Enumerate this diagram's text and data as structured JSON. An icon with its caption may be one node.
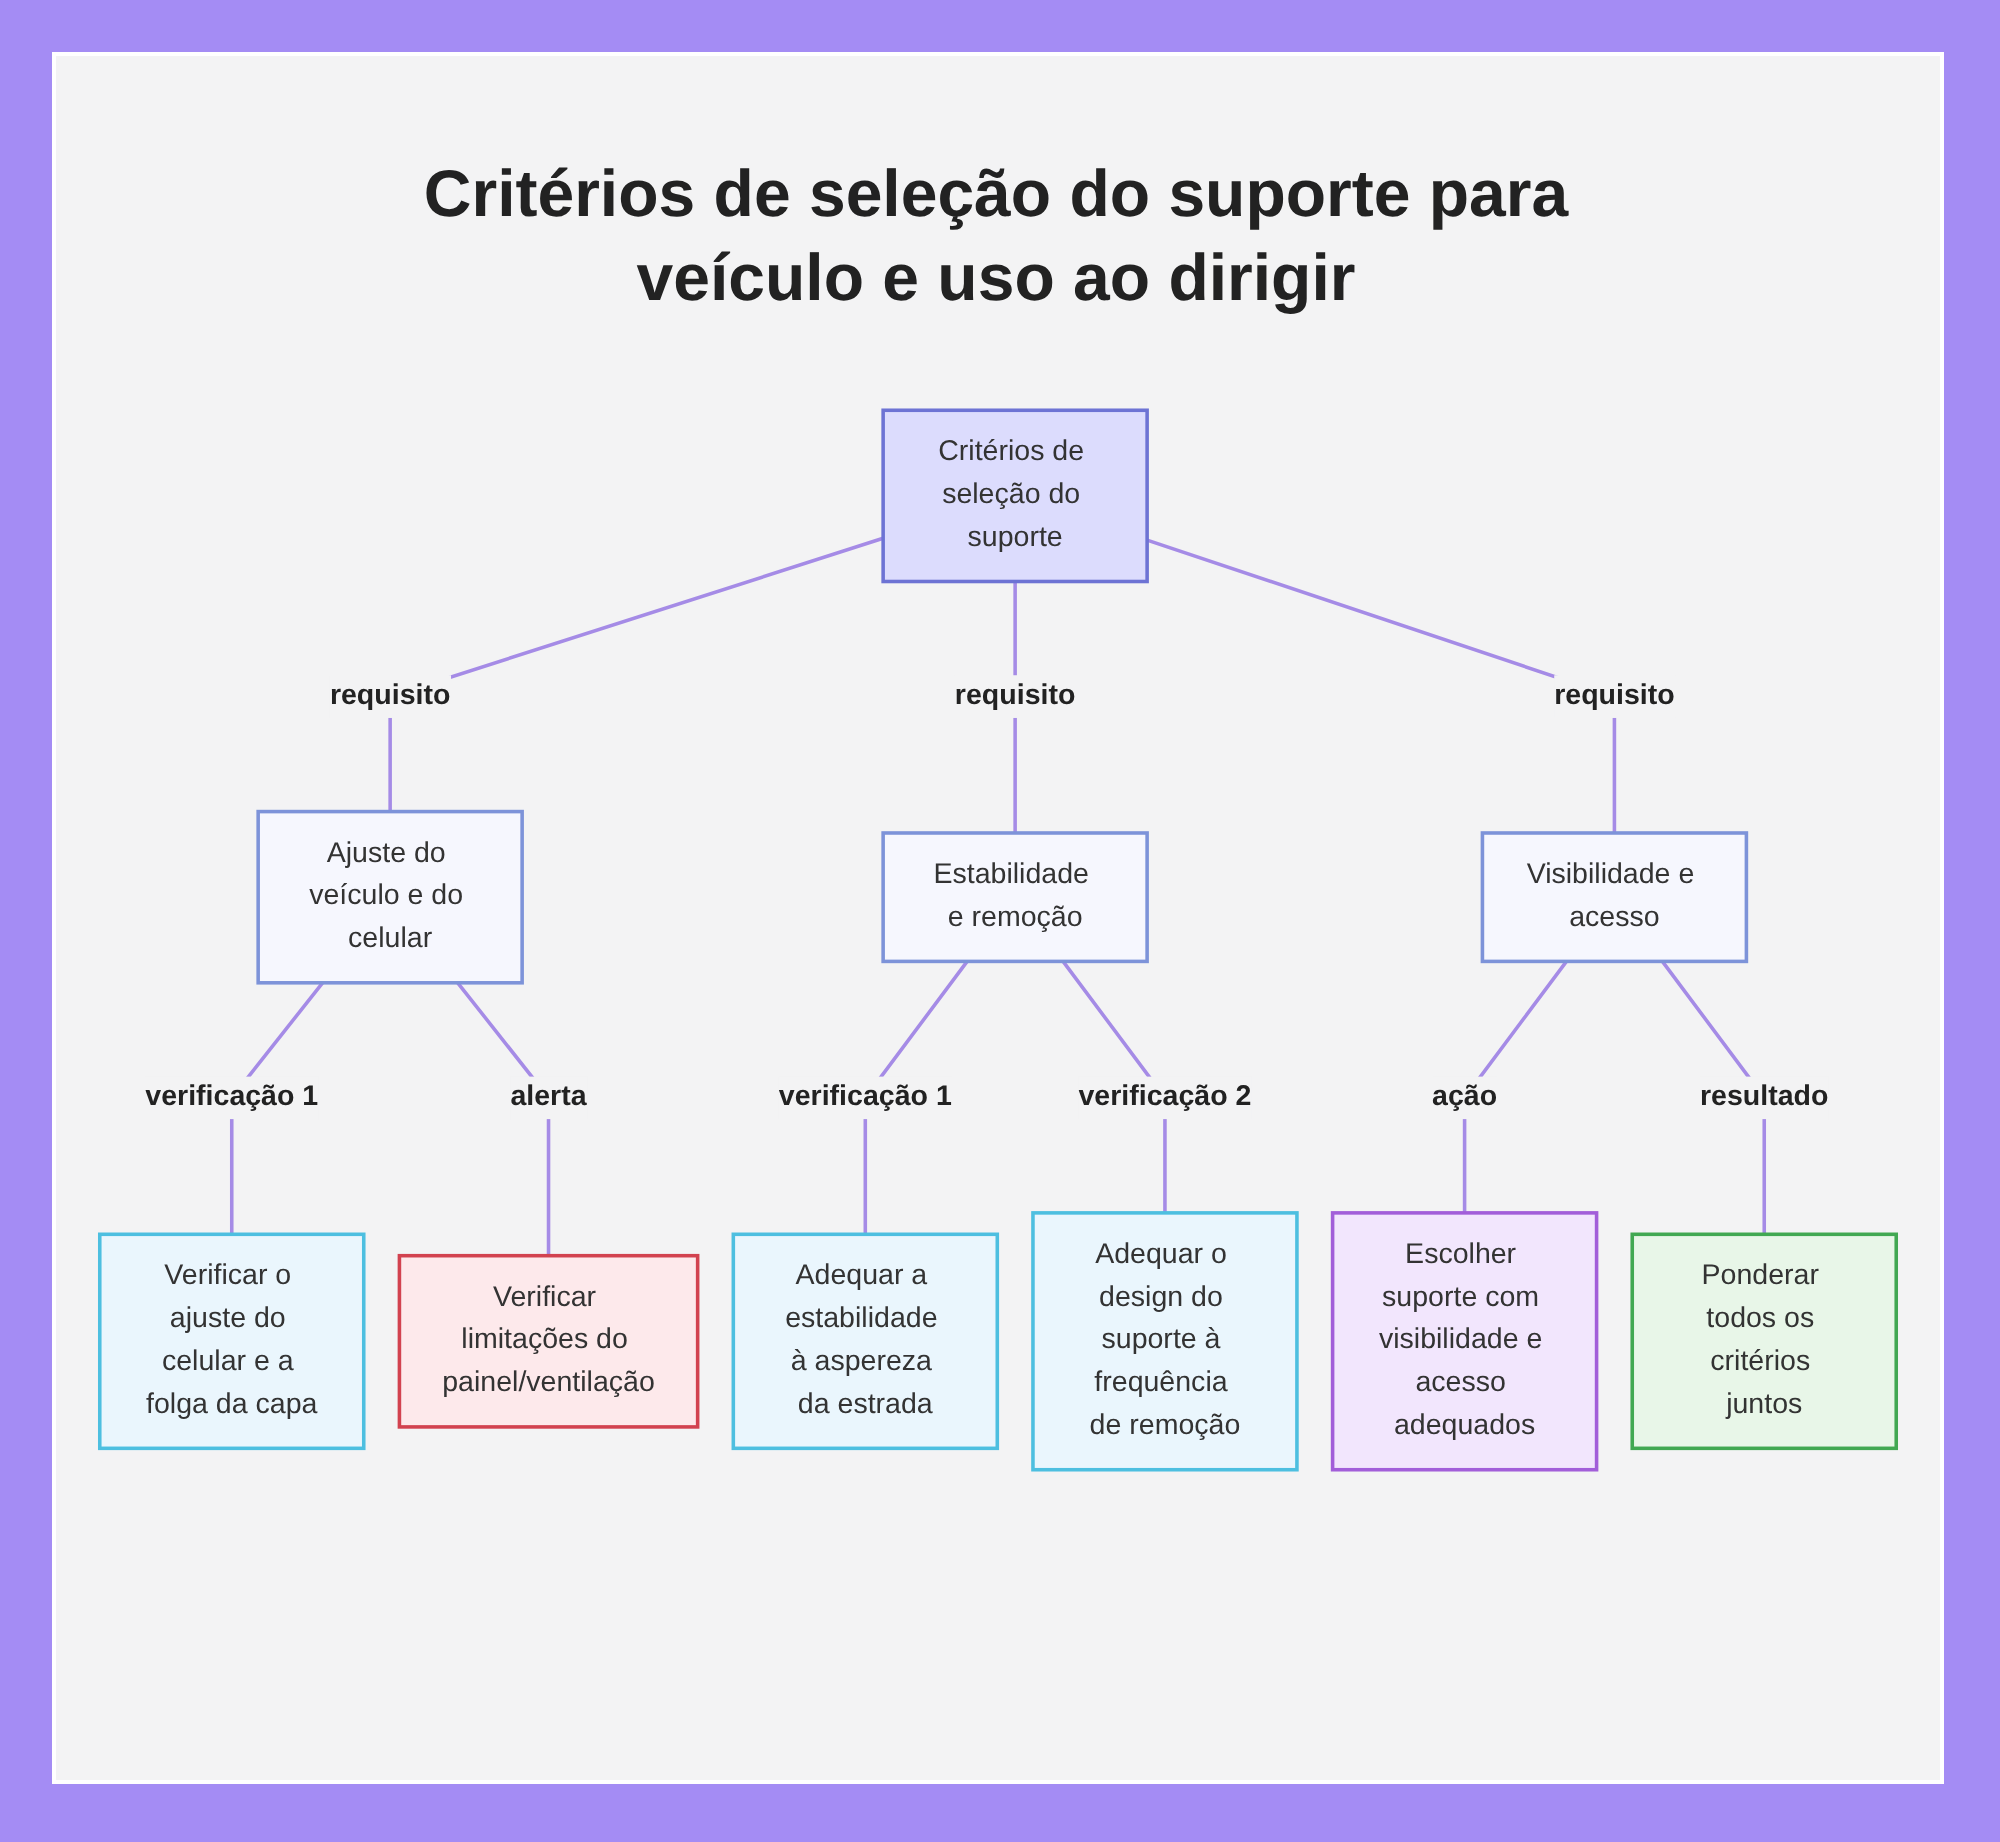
{
  "diagram": {
    "title": "Critérios de seleção do suporte para veículo e uso ao dirigir",
    "nodes": [
      {
        "text": [
          "Critérios de seleção do suporte"
        ]
      },
      {
        "text": [
          "Ajuste do veículo e do celular"
        ]
      },
      {
        "text": [
          "Estabilidade e remoção"
        ]
      },
      {
        "text": [
          "Visibilidade e acesso"
        ]
      },
      {
        "text": [
          "Verificar o ajuste do celular e a folga da capa"
        ]
      },
      {
        "text": [
          "Verificar limitações do painel/ventilação"
        ]
      },
      {
        "text": [
          "Adequar a estabilidade à aspereza da estrada"
        ]
      },
      {
        "text": [
          "Adequar o design do suporte à frequência de remoção"
        ]
      },
      {
        "text": [
          "Escolher suporte com visibilidade e acesso adequados"
        ]
      },
      {
        "text": [
          "Ponderar todos os critérios juntos"
        ]
      }
    ],
    "edges": [
      {
        "from": 0,
        "to": 1,
        "arrow": "none",
        "label": "requisito"
      },
      {
        "from": 0,
        "to": 2,
        "arrow": "none",
        "label": "requisito"
      },
      {
        "from": 0,
        "to": 3,
        "arrow": "none",
        "label": "requisito"
      },
      {
        "from": 1,
        "to": 4,
        "arrow": "none",
        "label": "verificação 1"
      },
      {
        "from": 1,
        "to": 5,
        "arrow": "none",
        "label": "alerta"
      },
      {
        "from": 2,
        "to": 6,
        "arrow": "none",
        "label": "verificação 1"
      },
      {
        "from": 2,
        "to": 7,
        "arrow": "none",
        "label": "verificação 2"
      },
      {
        "from": 3,
        "to": 8,
        "arrow": "none",
        "label": "ação"
      },
      {
        "from": 3,
        "to": 9,
        "arrow": "none",
        "label": "resultado"
      }
    ]
  }
}
